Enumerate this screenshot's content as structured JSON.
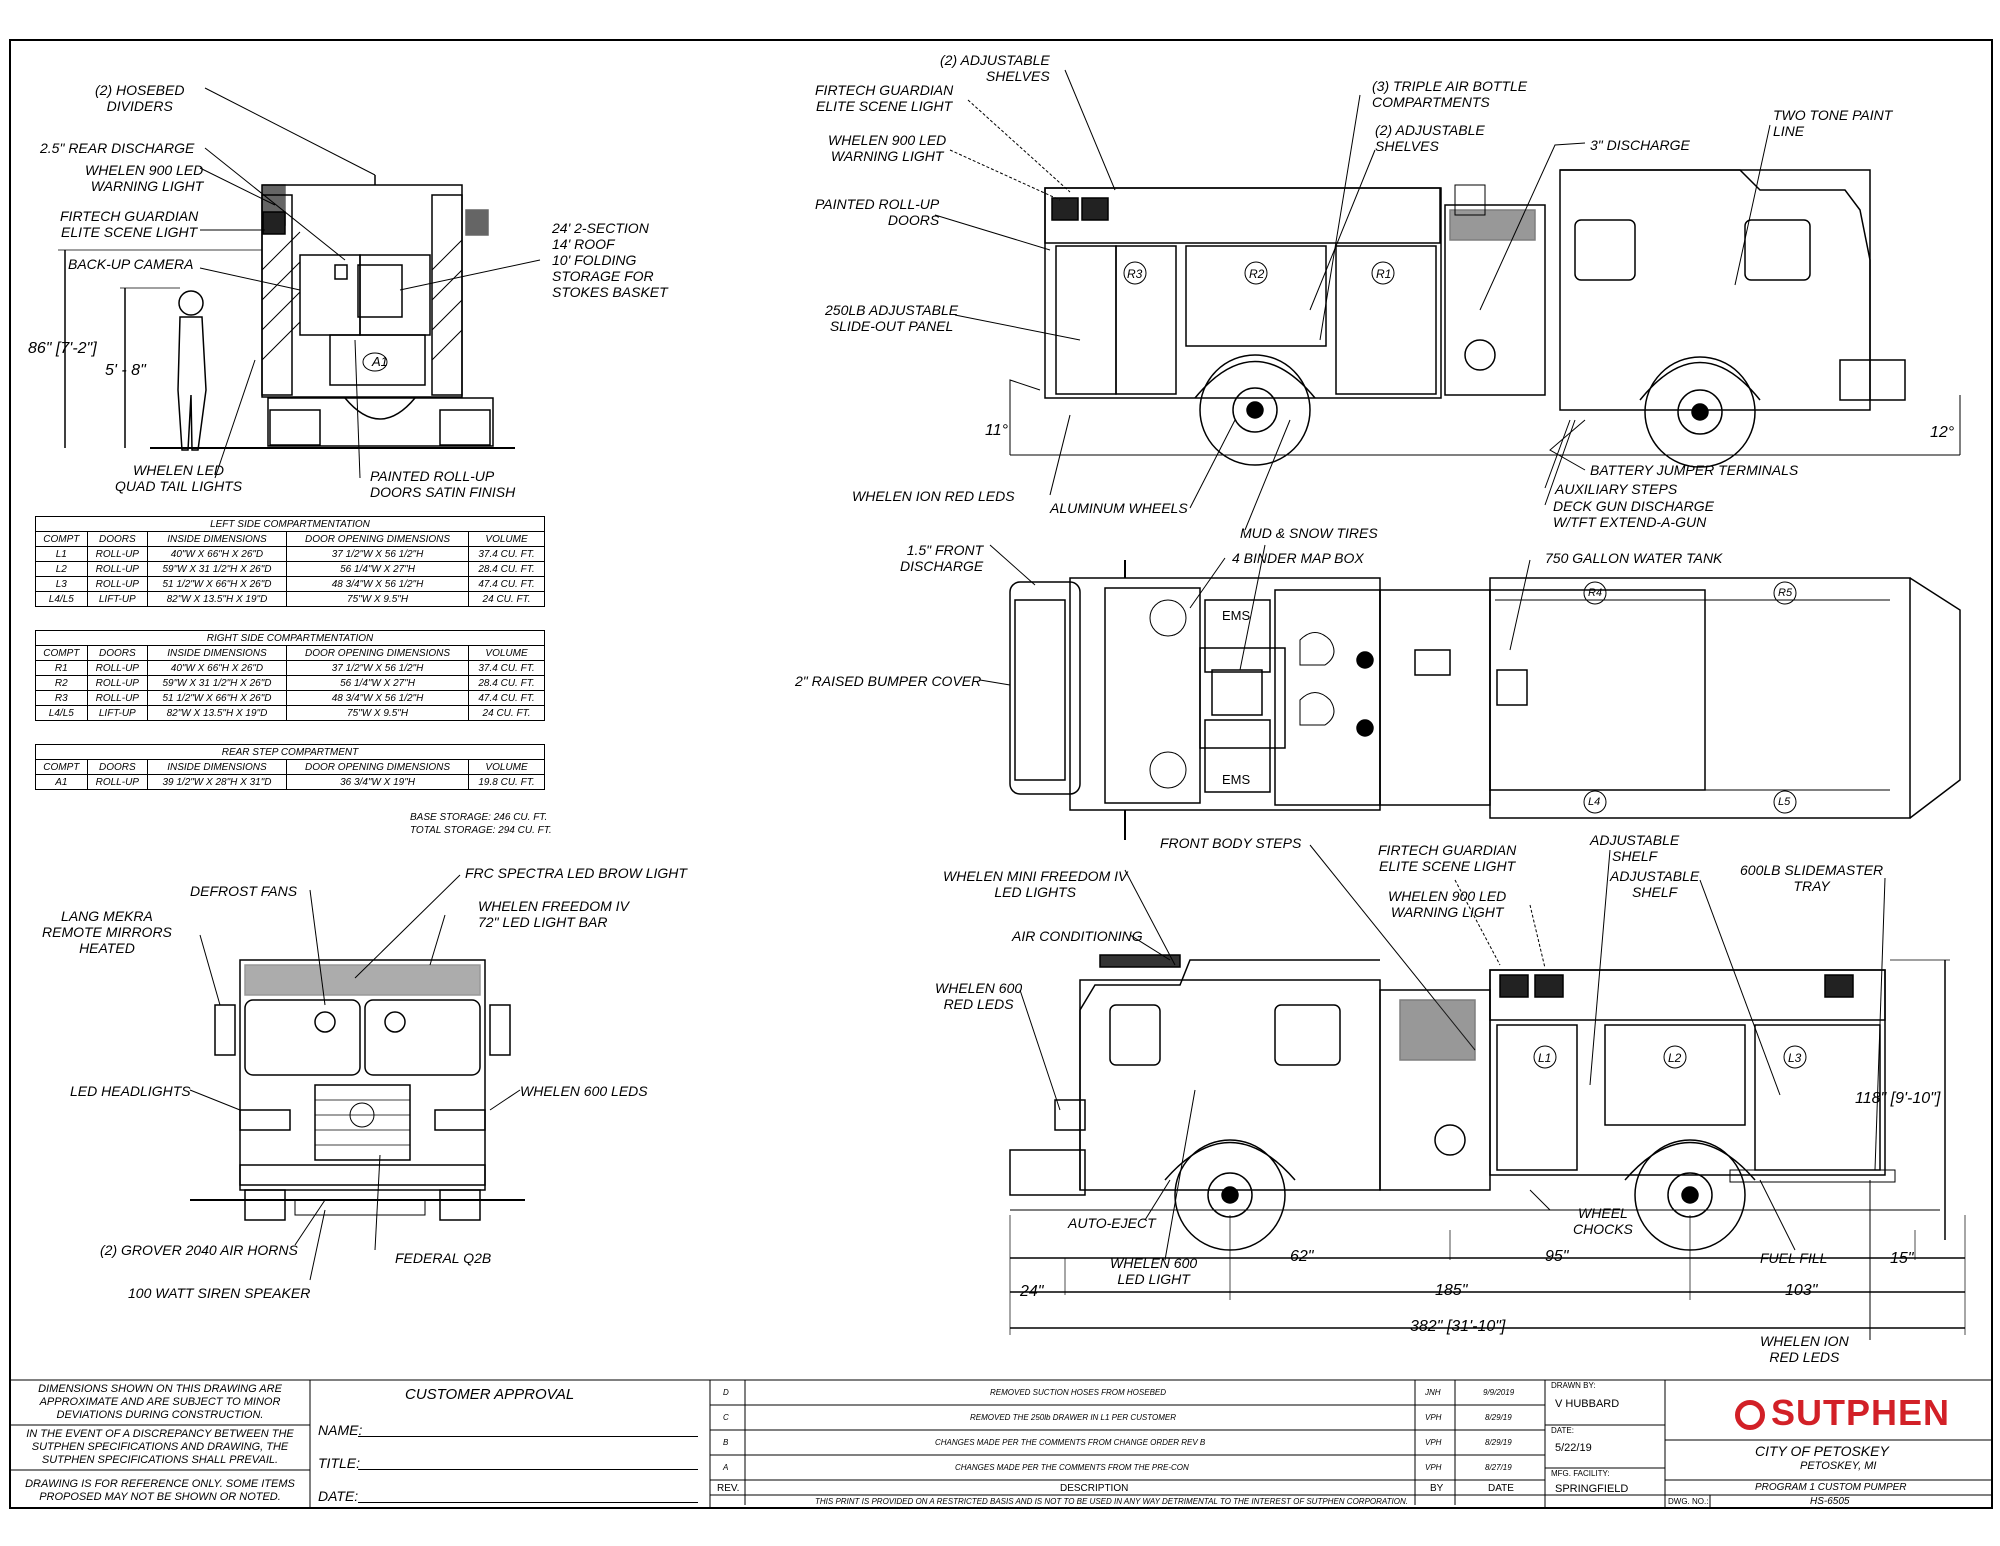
{
  "callouts": {
    "hosebed_dividers": "(2) HOSEBED\nDIVIDERS",
    "rear_discharge": "2.5\" REAR DISCHARGE",
    "whelen900_rear": "WHELEN 900 LED\nWARNING LIGHT",
    "firtech_rear": "FIRTECH GUARDIAN\nELITE SCENE LIGHT",
    "backup_camera": "BACK-UP CAMERA",
    "stokes": "24' 2-SECTION\n14' ROOF\n10' FOLDING\nSTORAGE FOR\nSTOKES BASKET",
    "tail_lights": "WHELEN LED\nQUAD TAIL LIGHTS",
    "rollup_satin": "PAINTED ROLL-UP\nDOORS SATIN FINISH",
    "adj_shelves_top": "(2) ADJUSTABLE\nSHELVES",
    "firtech_side": "FIRTECH GUARDIAN\nELITE SCENE LIGHT",
    "whelen900_side": "WHELEN 900 LED\nWARNING LIGHT",
    "rollup_doors": "PAINTED ROLL-UP\nDOORS",
    "slideout": "250lb ADJUSTABLE\nSLIDE-OUT PANEL",
    "air_bottle": "(3) TRIPLE AIR BOTTLE\nCOMPARTMENTS",
    "adj_shelves_mid": "(2) ADJUSTABLE\nSHELVES",
    "discharge3": "3\" DISCHARGE",
    "two_tone": "TWO TONE PAINT\nLINE",
    "battery": "BATTERY JUMPER TERMINALS",
    "aux_steps": "AUXILIARY STEPS",
    "deck_gun": "DECK GUN DISCHARGE\nW/TFT EXTEND-A-GUN",
    "whelen_ion": "WHELEN ION RED LEDS",
    "alu_wheels": "ALUMINUM WHEELS",
    "mud_snow": "MUD & SNOW TIRES",
    "front_disch": "1.5\" FRONT\nDISCHARGE",
    "binder": "4 BINDER MAP BOX",
    "water_tank": "750 GALLON WATER TANK",
    "bumper_cover": "2\" RAISED BUMPER COVER",
    "front_steps": "FRONT BODY STEPS",
    "firtech_left": "FIRTECH GUARDIAN\nELITE SCENE LIGHT",
    "adj_shelf1": "ADJUSTABLE\nSHELF",
    "whelen900_left": "WHELEN 900 LED\nWARNING LIGHT",
    "adj_shelf2": "ADJUSTABLE\nSHELF",
    "slidemaster": "600lb SLIDEMASTER\nTRAY",
    "mini_freedom": "WHELEN MINI FREEDOM IV\nLED LIGHTS",
    "air_cond": "AIR CONDITIONING",
    "whelen600_red": "WHELEN 600\nRED LEDS",
    "auto_eject": "AUTO-EJECT",
    "whelen600_light": "WHELEN 600\nLED LIGHT",
    "wheel_chocks": "WHEEL\nCHOCKS",
    "fuel_fill": "FUEL FILL",
    "whelen_ion_bottom": "WHELEN ION\nRED LEDS",
    "frc_spectra": "FRC SPECTRA LED BROW LIGHT",
    "defrost": "DEFROST FANS",
    "freedom_iv": "WHELEN FREEDOM IV\n72\" LED LIGHT BAR",
    "lang_mekra": "LANG MEKRA\nREMOTE MIRRORS\nHEATED",
    "led_headlights": "LED HEADLIGHTS",
    "whelen600_leds": "WHELEN 600 LEDS",
    "grover": "(2) GROVER 2040 AIR HORNS",
    "federal": "FEDERAL Q2B",
    "siren": "100 WATT SIREN SPEAKER",
    "ems1": "EMS",
    "ems2": "EMS"
  },
  "dimensions": {
    "height_rear": "86\" [7'-2\"]",
    "person": "5' - 8\"",
    "angle_left": "11°",
    "angle_right": "12°",
    "height_side": "118\" [9'-10\"]",
    "d24": "24\"",
    "d62": "62\"",
    "d95": "95\"",
    "d15": "15\"",
    "d185": "185\"",
    "d103": "103\"",
    "d382": "382\" [31'-10\"]"
  },
  "compartments": {
    "left_title": "LEFT SIDE COMPARTMENTATION",
    "right_title": "RIGHT SIDE COMPARTMENTATION",
    "rear_title": "REAR STEP COMPARTMENT",
    "headers": [
      "COMPT",
      "DOORS",
      "INSIDE DIMENSIONS",
      "DOOR OPENING DIMENSIONS",
      "VOLUME"
    ],
    "left_rows": [
      [
        "L1",
        "ROLL-UP",
        "40\"W X 66\"H X 26\"D",
        "37 1/2\"W X 56 1/2\"H",
        "37.4 CU. FT."
      ],
      [
        "L2",
        "ROLL-UP",
        "59\"W X 31 1/2\"H X 26\"D",
        "56 1/4\"W X 27\"H",
        "28.4 CU. FT."
      ],
      [
        "L3",
        "ROLL-UP",
        "51 1/2\"W X 66\"H X 26\"D",
        "48 3/4\"W X 56 1/2\"H",
        "47.4 CU. FT."
      ],
      [
        "L4/L5",
        "LIFT-UP",
        "82\"W X 13.5\"H X 19\"D",
        "75\"W X 9.5\"H",
        "24 CU. FT."
      ]
    ],
    "right_rows": [
      [
        "R1",
        "ROLL-UP",
        "40\"W X 66\"H X 26\"D",
        "37 1/2\"W X 56 1/2\"H",
        "37.4 CU. FT."
      ],
      [
        "R2",
        "ROLL-UP",
        "59\"W X 31 1/2\"H X 26\"D",
        "56 1/4\"W X 27\"H",
        "28.4 CU. FT."
      ],
      [
        "R3",
        "ROLL-UP",
        "51 1/2\"W X 66\"H X 26\"D",
        "48 3/4\"W X 56 1/2\"H",
        "47.4 CU. FT."
      ],
      [
        "L4/L5",
        "LIFT-UP",
        "82\"W X 13.5\"H X 19\"D",
        "75\"W X 9.5\"H",
        "24 CU. FT."
      ]
    ],
    "rear_rows": [
      [
        "A1",
        "ROLL-UP",
        "39 1/2\"W X 28\"H X 31\"D",
        "36 3/4\"W X 19\"H",
        "19.8 CU. FT."
      ]
    ],
    "base_storage": "BASE STORAGE: 246 CU. FT.",
    "total_storage": "TOTAL STORAGE: 294 CU. FT."
  },
  "title_block": {
    "disclaimer1": "DIMENSIONS SHOWN ON THIS DRAWING ARE\nAPPROXIMATE AND ARE SUBJECT TO MINOR\nDEVIATIONS DURING CONSTRUCTION.",
    "disclaimer2": "IN THE EVENT OF A DISCREPANCY BETWEEN THE\nSUTPHEN SPECIFICATIONS AND DRAWING, THE\nSUTPHEN SPECIFICATIONS SHALL PREVAIL.",
    "disclaimer3": "DRAWING IS FOR REFERENCE ONLY. SOME ITEMS\nPROPOSED MAY NOT BE SHOWN OR NOTED.",
    "customer_approval": "CUSTOMER APPROVAL",
    "name": "NAME:",
    "title": "TITLE:",
    "date": "DATE:",
    "revisions": [
      {
        "rev": "D",
        "desc": "REMOVED SUCTION HOSES FROM HOSEBED",
        "by": "JNH",
        "date": "9/9/2019"
      },
      {
        "rev": "C",
        "desc": "REMOVED THE 250lb DRAWER IN L1 PER CUSTOMER",
        "by": "VPH",
        "date": "8/29/19"
      },
      {
        "rev": "B",
        "desc": "CHANGES MADE PER THE COMMENTS FROM  CHANGE ORDER REV B",
        "by": "VPH",
        "date": "8/29/19"
      },
      {
        "rev": "A",
        "desc": "CHANGES MADE PER THE COMMENTS FROM THE PRE-CON",
        "by": "VPH",
        "date": "8/27/19"
      }
    ],
    "rev_header": "REV.",
    "desc_header": "DESCRIPTION",
    "by_header": "BY",
    "date_header": "DATE",
    "restricted": "THIS PRINT IS PROVIDED ON A RESTRICTED BASIS AND IS NOT TO BE USED IN ANY WAY DETRIMENTAL TO THE INTEREST OF SUTPHEN CORPORATION.",
    "drawn_by_label": "DRAWN BY:",
    "drawn_by": "V HUBBARD",
    "date_label": "DATE:",
    "date_value": "5/22/19",
    "mfg_label": "MFG. FACILITY:",
    "mfg_value": "SPRINGFIELD",
    "logo": "SUTPHEN",
    "customer": "CITY OF PETOSKEY",
    "location": "PETOSKEY, MI",
    "program": "PROGRAM 1 CUSTOM PUMPER",
    "dwg_label": "DWG. NO.:",
    "dwg_no": "HS-6505"
  },
  "compartment_tags": [
    "R3",
    "R2",
    "R1",
    "R4",
    "R5",
    "L4",
    "L5",
    "L1",
    "L2",
    "L3",
    "A1"
  ],
  "colors": {
    "line": "#000000",
    "logo_red": "#d22027"
  }
}
